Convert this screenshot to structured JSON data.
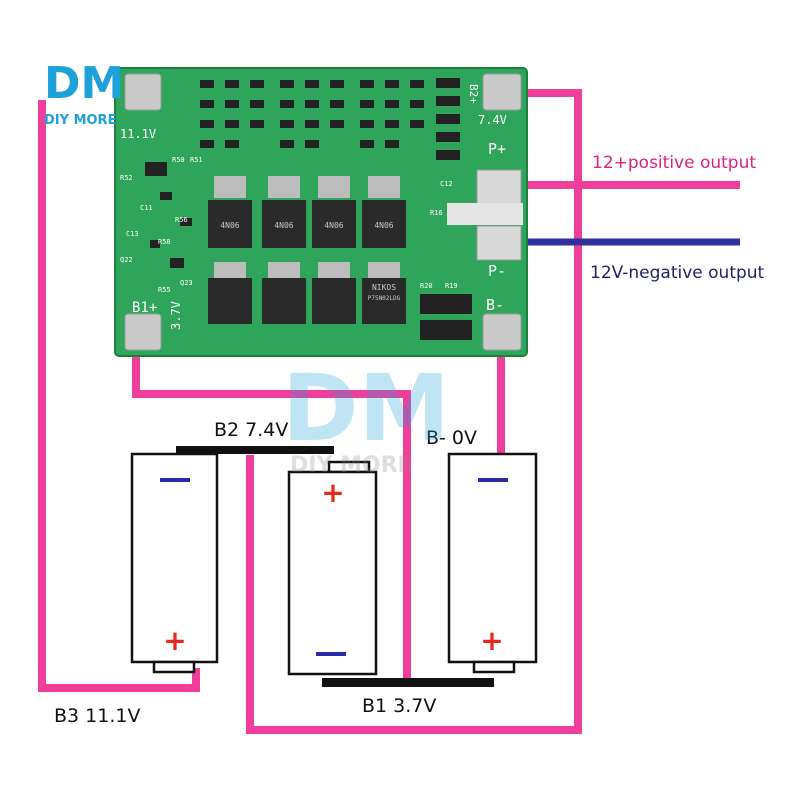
{
  "logo": {
    "mark": "DM",
    "text": "DIY MORE"
  },
  "board": {
    "pads": {
      "b1": "B1+",
      "b2": "B2+",
      "p_plus": "P+",
      "p_minus": "P-",
      "b_minus": "B-"
    },
    "voltages": {
      "v1": "3.7V",
      "v2": "7.4V",
      "v3": "11.1V"
    },
    "silk": [
      "R50",
      "R51",
      "R52",
      "R56",
      "C11",
      "C13",
      "R58",
      "R55",
      "Q22",
      "Q23",
      "R20",
      "R19",
      "C12",
      "R16"
    ],
    "mosfet_labels": [
      "4N06",
      "4N06",
      "4N06",
      "4N06"
    ],
    "lower_labels": [
      "NIKOS",
      "P75N02LDG"
    ]
  },
  "outputs": {
    "positive": "12+positive output",
    "negative": "12V-negative output"
  },
  "cells": {
    "minus": "−",
    "plus": "+"
  },
  "wire_labels": {
    "b2": "B2 7.4V",
    "b_minus": "B- 0V",
    "b3": "B3 11.1V",
    "b1": "B1 3.7V"
  },
  "colors": {
    "wire_pink": "#ef3f9b",
    "wire_navy": "#2f2f9e",
    "pcb": "#2ea55a",
    "pad": "#c9c9c9",
    "mosfet": "#2a2a2a",
    "bar": "#111111",
    "minus": "#2a2aa8",
    "plus": "#e8281e",
    "output_pos_text": "#e0207f",
    "output_neg_text": "#222266"
  }
}
